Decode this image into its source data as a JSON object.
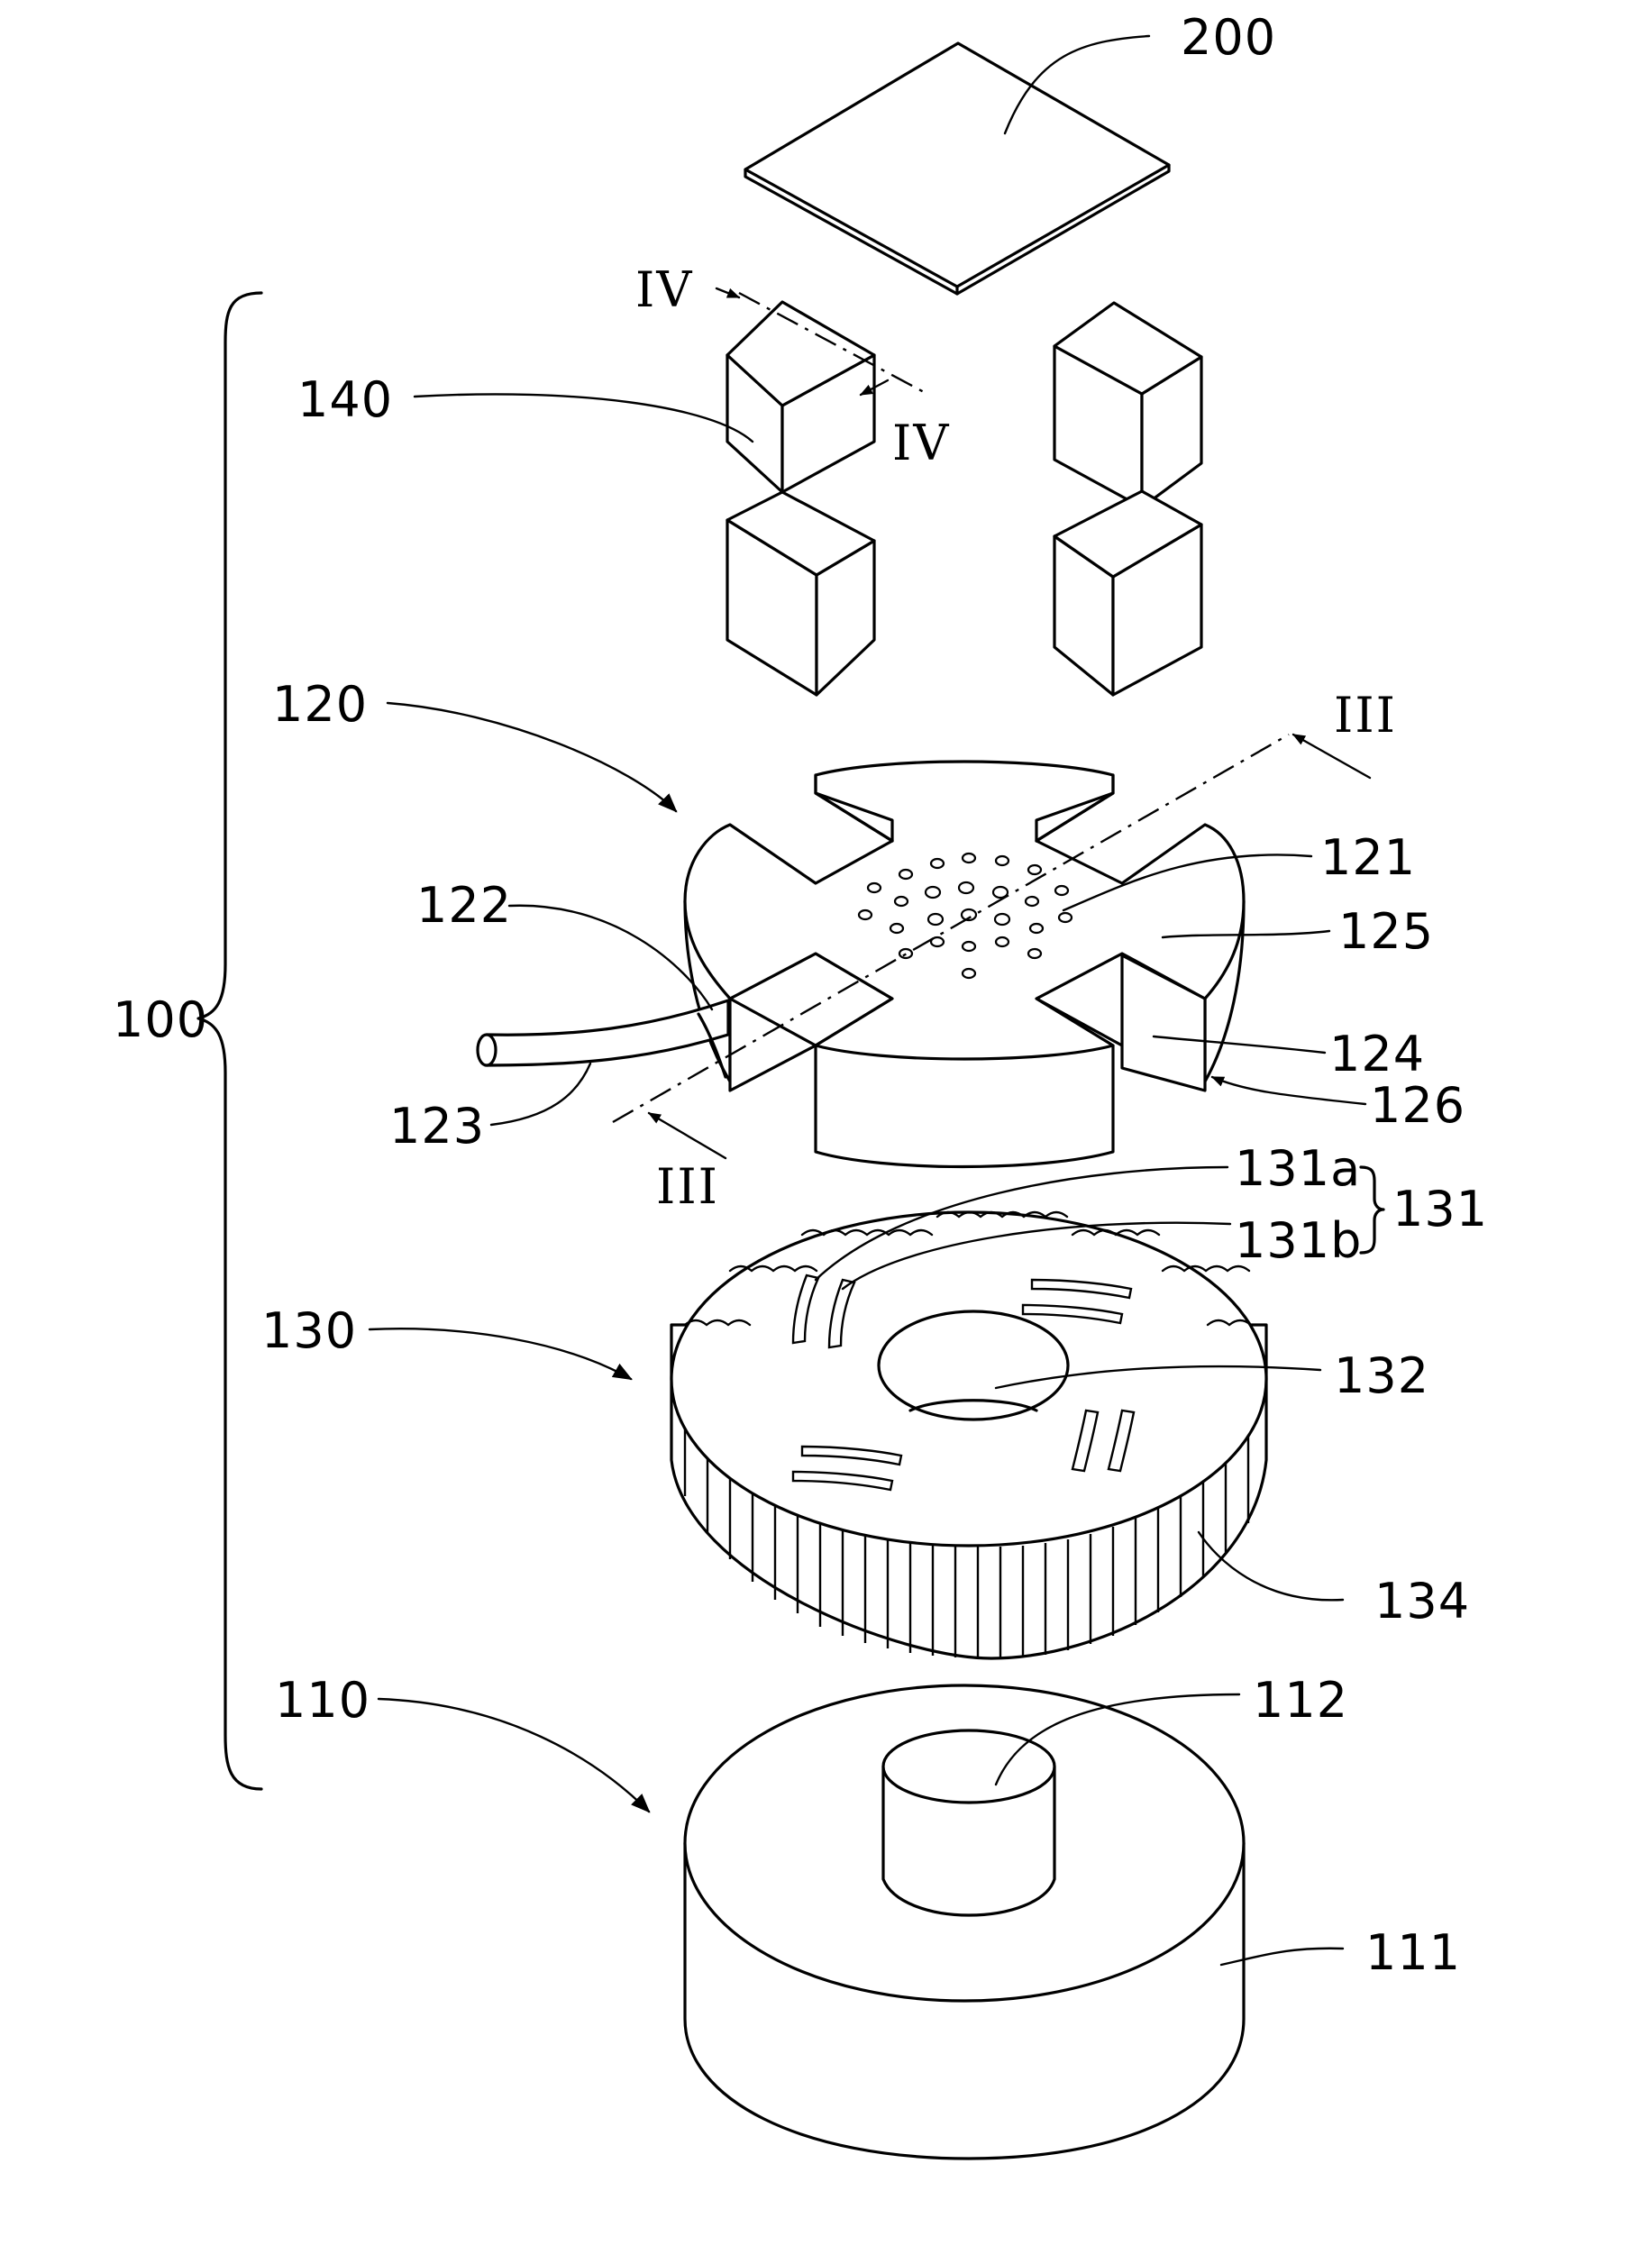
{
  "labels": {
    "l200": "200",
    "l140": "140",
    "l120": "120",
    "l121": "121",
    "l122": "122",
    "l123": "123",
    "l124": "124",
    "l125": "125",
    "l126": "126",
    "l130": "130",
    "l131": "131",
    "l131a": "131a",
    "l131b": "131b",
    "l132": "132",
    "l134": "134",
    "l110": "110",
    "l111": "111",
    "l112": "112",
    "l100": "100"
  },
  "section_marks": {
    "iv_top": "IV",
    "iv_bottom": "IV",
    "iii_top": "III",
    "iii_bottom": "III"
  },
  "components": [
    "cover-plate",
    "light-source-blocks",
    "heat-sink-cross",
    "gear-ring",
    "base-with-post"
  ]
}
